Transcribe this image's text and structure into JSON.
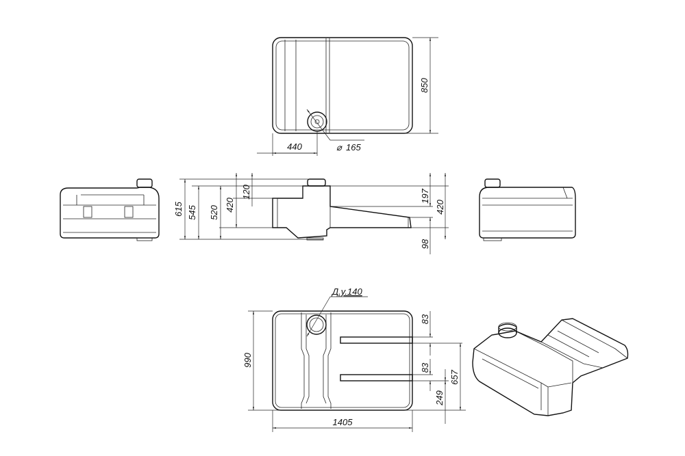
{
  "top_view": {
    "height_dim": "850",
    "offset_dim": "440",
    "diameter_symbol": "⌀",
    "diameter_dim": "165"
  },
  "side_view": {
    "total_height": "615",
    "height_545": "545",
    "height_520": "520",
    "height_420_left": "420",
    "top_step": "120",
    "right_upper": "197",
    "right_420": "420",
    "bottom_98": "98"
  },
  "bottom_view": {
    "nozzle_label": "Д.у.140",
    "slot_width_1": "83",
    "slot_width_2": "83",
    "slot_span": "657",
    "slot_offset": "249",
    "depth": "990",
    "length": "1405"
  },
  "colors": {
    "line": "#111111",
    "background": "#ffffff"
  }
}
